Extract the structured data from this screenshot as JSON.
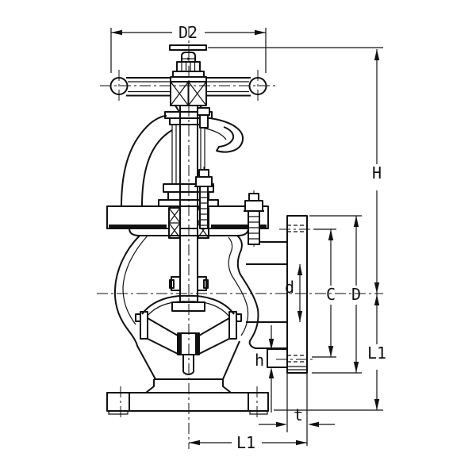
{
  "diagram": {
    "type": "engineering-drawing",
    "subject": "angle-valve-cross-section",
    "ink_color": "#111111",
    "background_color": "#ffffff",
    "labels": {
      "d2": "D2",
      "h_height": "H",
      "bore_d": "d",
      "bolt_circle_c": "C",
      "flange_od_d": "D",
      "l1_right": "L1",
      "boss_h": "h",
      "thickness_t": "t",
      "l1_bottom": "L1"
    }
  }
}
